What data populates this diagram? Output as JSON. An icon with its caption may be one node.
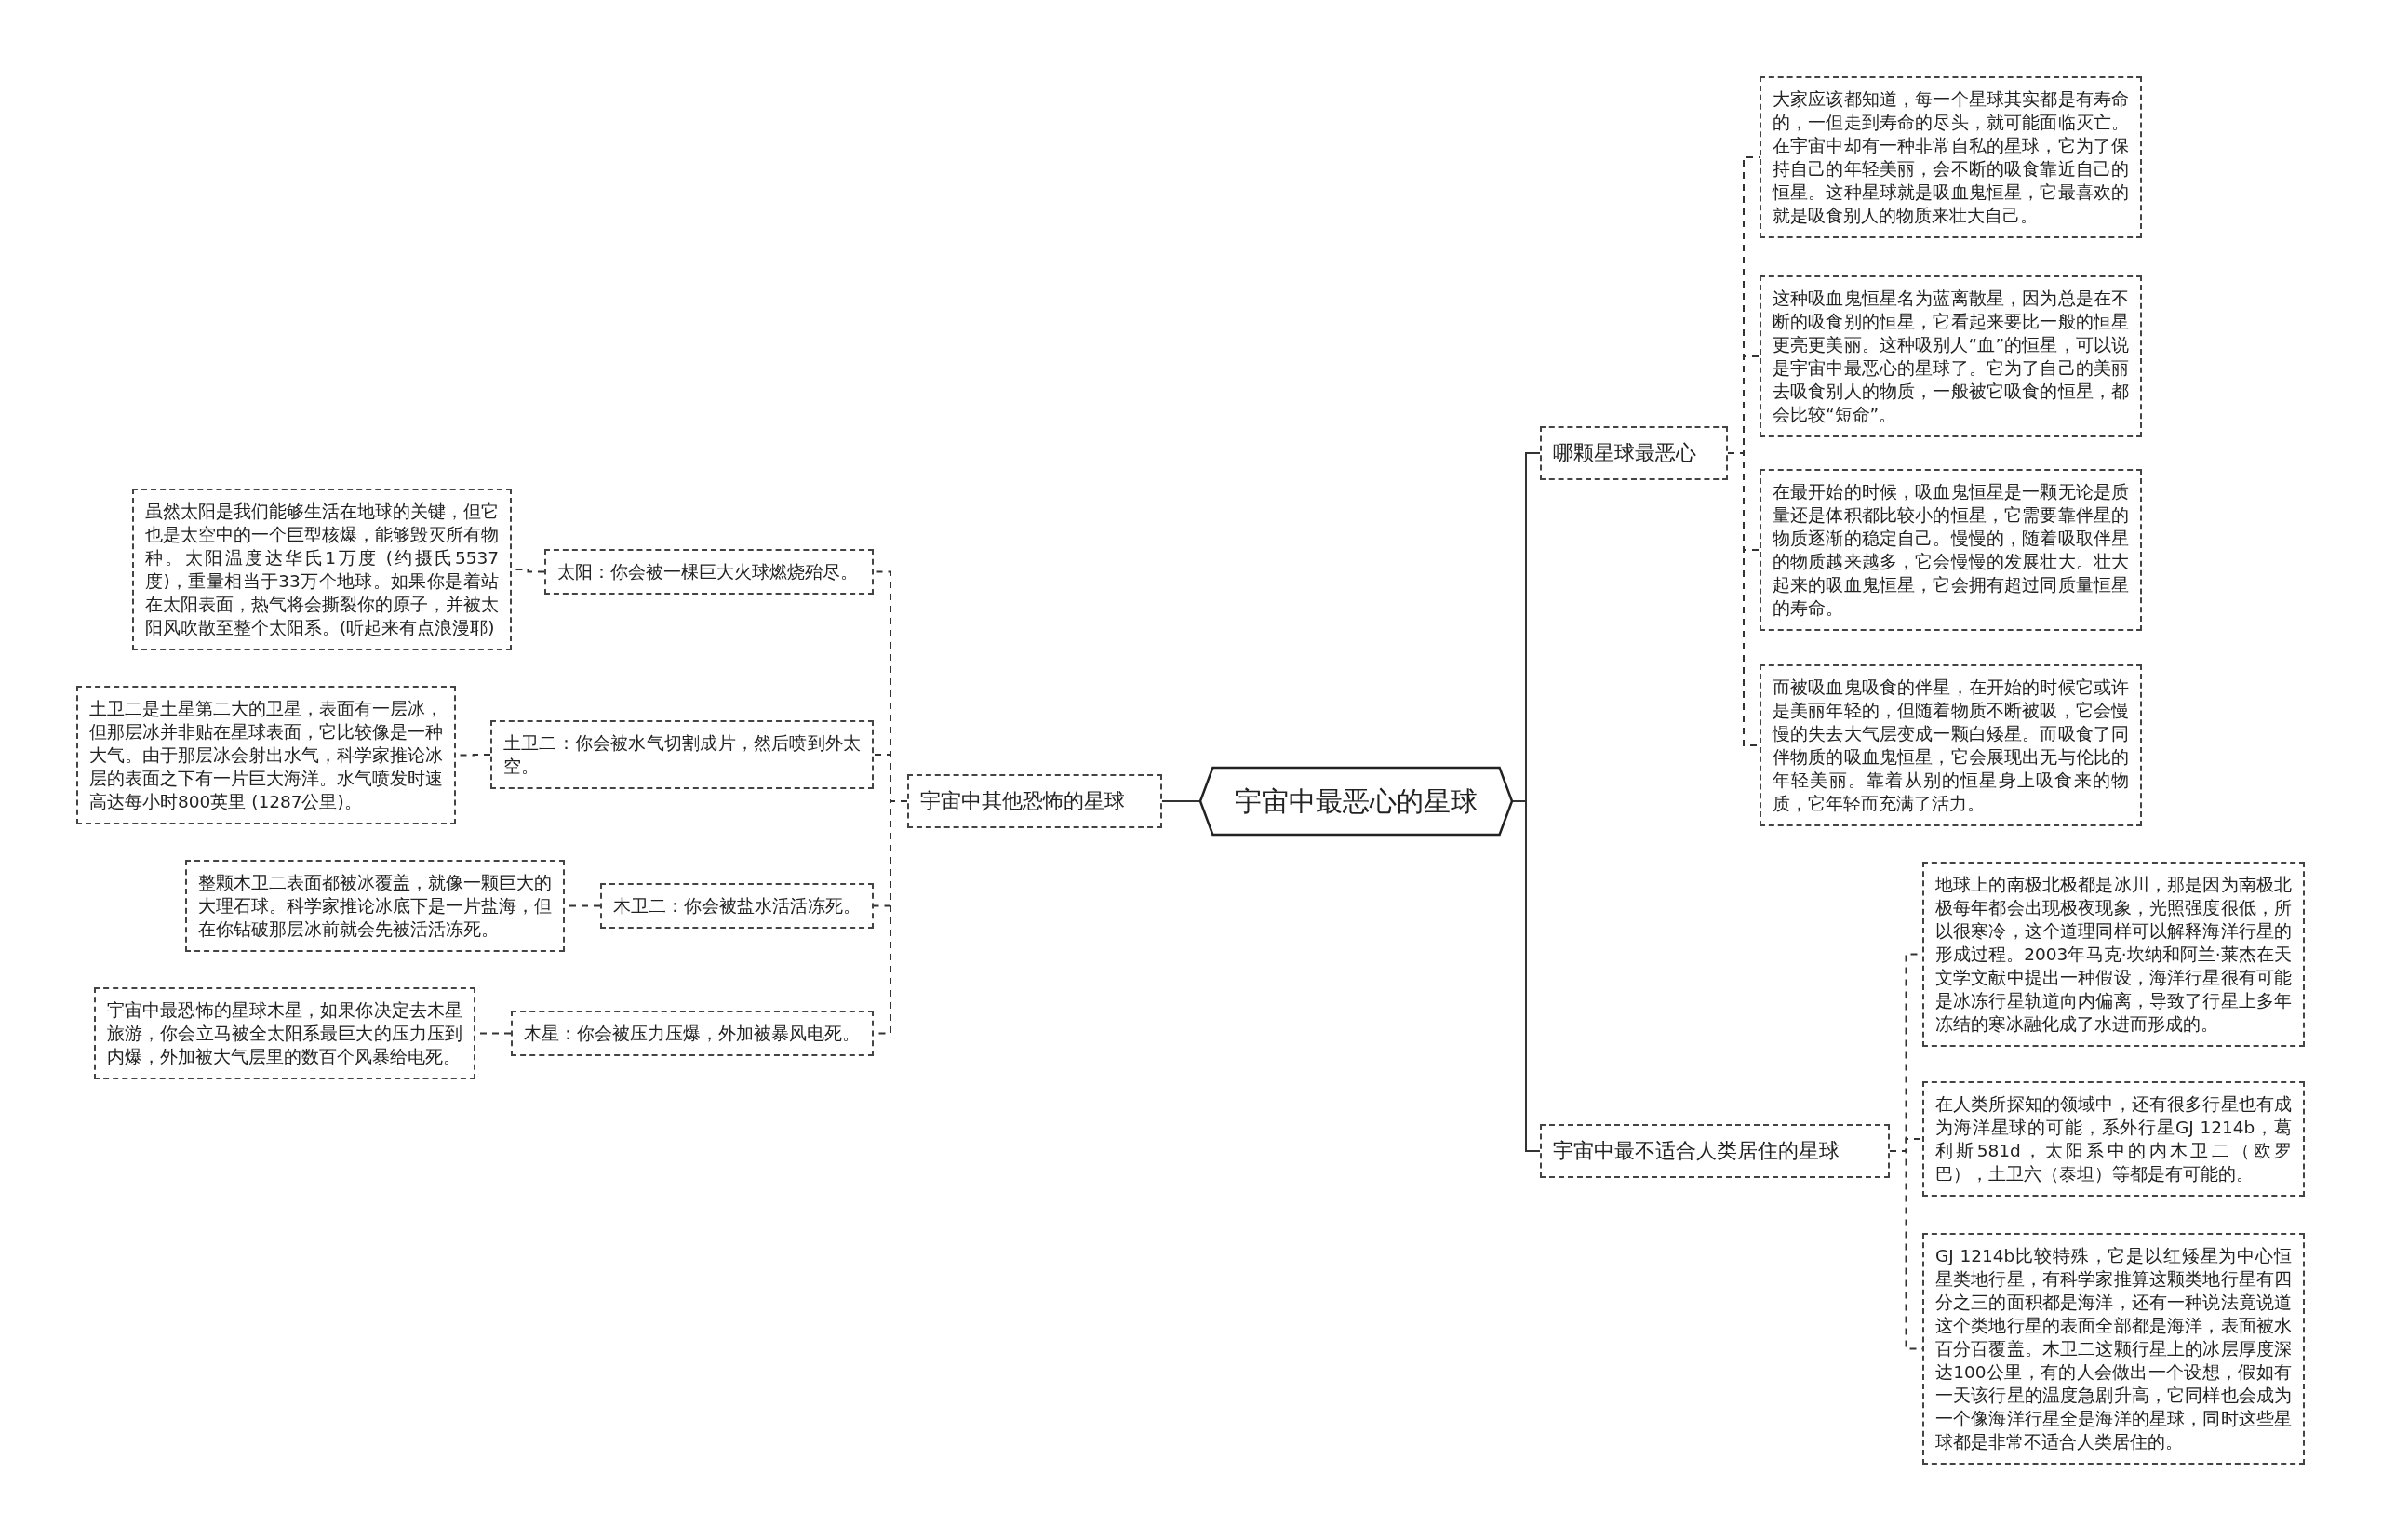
{
  "diagram": {
    "nodes": [
      {
        "text": [
          "宇宙中最恶心的星球"
        ]
      },
      {
        "text": [
          "哪颗星球最恶心"
        ]
      },
      {
        "text": [
          "大家应该都知道，每一个星球其实都是有寿命的，一但走到寿命的尽头，就可能面临灭亡。在宇宙中却有一种非常自私的星球，它为了保持自己的年轻美丽，会不断的吸食靠近自己的恒星。这种星球就是吸血鬼恒星，它最喜欢的就是吸食别人的物质来壮大自己。"
        ]
      },
      {
        "text": [
          "这种吸血鬼恒星名为蓝离散星，因为总是在不断的吸食别的恒星，它看起来要比一般的恒星更亮更美丽。这种吸别人“血”的恒星，可以说是宇宙中最恶心的星球了。它为了自己的美丽去吸食别人的物质，一般被它吸食的恒星，都会比较“短命”。"
        ]
      },
      {
        "text": [
          "在最开始的时候，吸血鬼恒星是一颗无论是质量还是体积都比较小的恒星，它需要靠伴星的物质逐渐的稳定自己。慢慢的，随着吸取伴星的物质越来越多，它会慢慢的发展壮大。壮大起来的吸血鬼恒星，它会拥有超过同质量恒星的寿命。"
        ]
      },
      {
        "text": [
          "而被吸血鬼吸食的伴星，在开始的时候它或许是美丽年轻的，但随着物质不断被吸，它会慢慢的失去大气层变成一颗白矮星。而吸食了同伴物质的吸血鬼恒星，它会展现出无与伦比的年轻美丽。靠着从别的恒星身上吸食来的物质，它年轻而充满了活力。"
        ]
      },
      {
        "text": [
          "宇宙中最不适合人类居住的星球"
        ]
      },
      {
        "text": [
          "地球上的南极北极都是冰川，那是因为南极北极每年都会出现极夜现象，光照强度很低，所以很寒冷，这个道理同样可以解释海洋行星的形成过程。2003年马克·坎纳和阿兰·莱杰在天文学文献中提出一种假设，海洋行星很有可能是冰冻行星轨道向内偏离，导致了行星上多年冻结的寒冰融化成了水进而形成的。"
        ]
      },
      {
        "text": [
          "在人类所探知的领域中，还有很多行星也有成为海洋星球的可能，系外行星GJ 1214b，葛利斯581d，太阳系中的内木卫二（欧罗巴），土卫六（泰坦）等都是有可能的。"
        ]
      },
      {
        "text": [
          "GJ 1214b比较特殊，它是以红矮星为中心恒星类地行星，有科学家推算这颗类地行星有四分之三的面积都是海洋，还有一种说法竟说道这个类地行星的表面全部都是海洋，表面被水百分百覆盖。木卫二这颗行星上的冰层厚度深达100公里，有的人会做出一个设想，假如有一天该行星的温度急剧升高，它同样也会成为一个像海洋行星全是海洋的星球，同时这些星球都是非常不适合人类居住的。"
        ]
      },
      {
        "text": [
          "宇宙中其他恐怖的星球"
        ]
      },
      {
        "text": [
          "太阳：你会被一棵巨大火球燃烧殆尽。"
        ]
      },
      {
        "text": [
          "虽然太阳是我们能够生活在地球的关键，但它也是太空中的一个巨型核爆，能够毁灭所有物种。太阳温度达华氏1万度 (约摄氏5537度)，重量相当于33万个地球。如果你是着站在太阳表面，热气将会撕裂你的原子，并被太阳风吹散至整个太阳系。(听起来有点浪漫耶)"
        ]
      },
      {
        "text": [
          "土卫二：你会被水气切割成片，然后喷到外太空。"
        ]
      },
      {
        "text": [
          "土卫二是土星第二大的卫星，表面有一层冰，但那层冰并非贴在星球表面，它比较像是一种大气。由于那层冰会射出水气，科学家推论冰层的表面之下有一片巨大海洋。水气喷发时速高达每小时800英里 (1287公里)。"
        ]
      },
      {
        "text": [
          "木卫二：你会被盐水活活冻死。"
        ]
      },
      {
        "text": [
          "整颗木卫二表面都被冰覆盖，就像一颗巨大的大理石球。科学家推论冰底下是一片盐海，但在你钻破那层冰前就会先被活活冻死。"
        ]
      },
      {
        "text": [
          "木星：你会被压力压爆，外加被暴风电死。"
        ]
      },
      {
        "text": [
          "宇宙中最恐怖的星球木星，如果你决定去木星旅游，你会立马被全太阳系最巨大的压力压到内爆，外加被大气层里的数百个风暴给电死。"
        ]
      }
    ],
    "edges": [
      {
        "from": 0,
        "to": 1,
        "arrow": "none"
      },
      {
        "from": 1,
        "to": 2,
        "arrow": "none",
        "style": "dashed"
      },
      {
        "from": 1,
        "to": 3,
        "arrow": "none",
        "style": "dashed"
      },
      {
        "from": 1,
        "to": 4,
        "arrow": "none",
        "style": "dashed"
      },
      {
        "from": 1,
        "to": 5,
        "arrow": "none",
        "style": "dashed"
      },
      {
        "from": 0,
        "to": 6,
        "arrow": "none"
      },
      {
        "from": 6,
        "to": 7,
        "arrow": "none",
        "style": "dashed"
      },
      {
        "from": 6,
        "to": 8,
        "arrow": "none",
        "style": "dashed"
      },
      {
        "from": 6,
        "to": 9,
        "arrow": "none",
        "style": "dashed"
      },
      {
        "from": 0,
        "to": 10,
        "arrow": "none"
      },
      {
        "from": 10,
        "to": 11,
        "arrow": "none",
        "style": "dashed"
      },
      {
        "from": 10,
        "to": 13,
        "arrow": "none",
        "style": "dashed"
      },
      {
        "from": 10,
        "to": 15,
        "arrow": "none",
        "style": "dashed"
      },
      {
        "from": 10,
        "to": 17,
        "arrow": "none",
        "style": "dashed"
      },
      {
        "from": 11,
        "to": 12,
        "arrow": "none",
        "style": "dashed"
      },
      {
        "from": 13,
        "to": 14,
        "arrow": "none",
        "style": "dashed"
      },
      {
        "from": 15,
        "to": 16,
        "arrow": "none",
        "style": "dashed"
      },
      {
        "from": 17,
        "to": 18,
        "arrow": "none",
        "style": "dashed"
      }
    ]
  }
}
